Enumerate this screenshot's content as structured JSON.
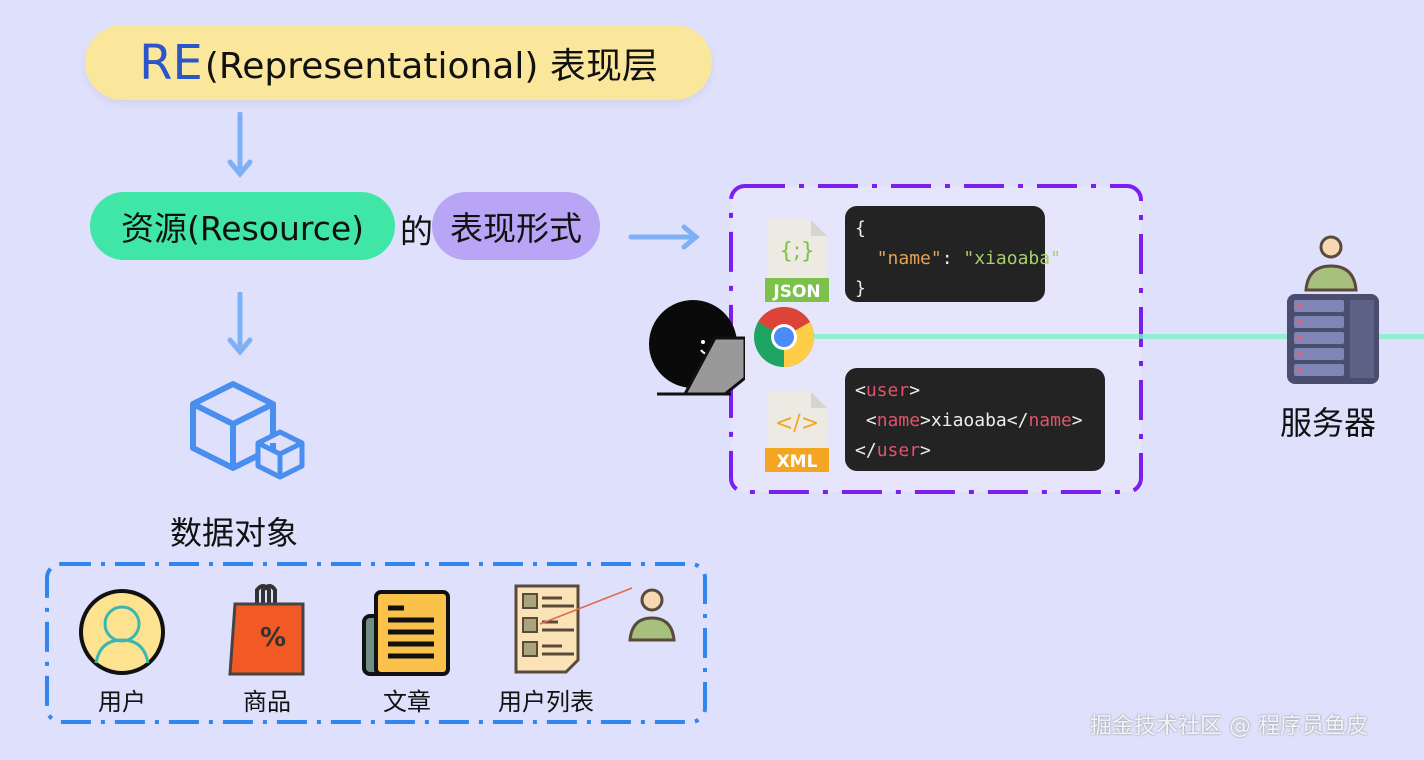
{
  "title": {
    "abbr": "RE",
    "rest": "(Representational) 表现层"
  },
  "resource": {
    "label": "资源(Resource)",
    "connector": "的",
    "form": "表现形式"
  },
  "data_objects": {
    "label": "数据对象",
    "items": [
      {
        "label": "用户",
        "icon": "user-avatar-icon"
      },
      {
        "label": "商品",
        "icon": "shopping-bag-icon"
      },
      {
        "label": "文章",
        "icon": "article-icon"
      },
      {
        "label": "用户列表",
        "icon": "user-list-icon"
      }
    ]
  },
  "formats": {
    "json": {
      "badge": "JSON",
      "glyph": "{;}",
      "open": "{",
      "key": "\"name\"",
      "sep": ": ",
      "value": "\"xiaoaba\"",
      "close": "}"
    },
    "xml": {
      "badge": "XML",
      "glyph": "</>",
      "lt": "<",
      "tag_user": "user",
      "tag_name": "name",
      "gt": ">",
      "lts": "</",
      "text": "xiaoaba"
    }
  },
  "server": {
    "label": "服务器"
  },
  "watermark": "掘金技术社区 @ 程序员鱼皮",
  "colors": {
    "background": "#dfe0fb",
    "title": "#fbe79c",
    "resource": "#40e6a6",
    "form": "#b8a5f6",
    "arrow": "#7fb0f5",
    "purple_border": "#7a1ff0",
    "blue_border": "#2f86ee"
  }
}
